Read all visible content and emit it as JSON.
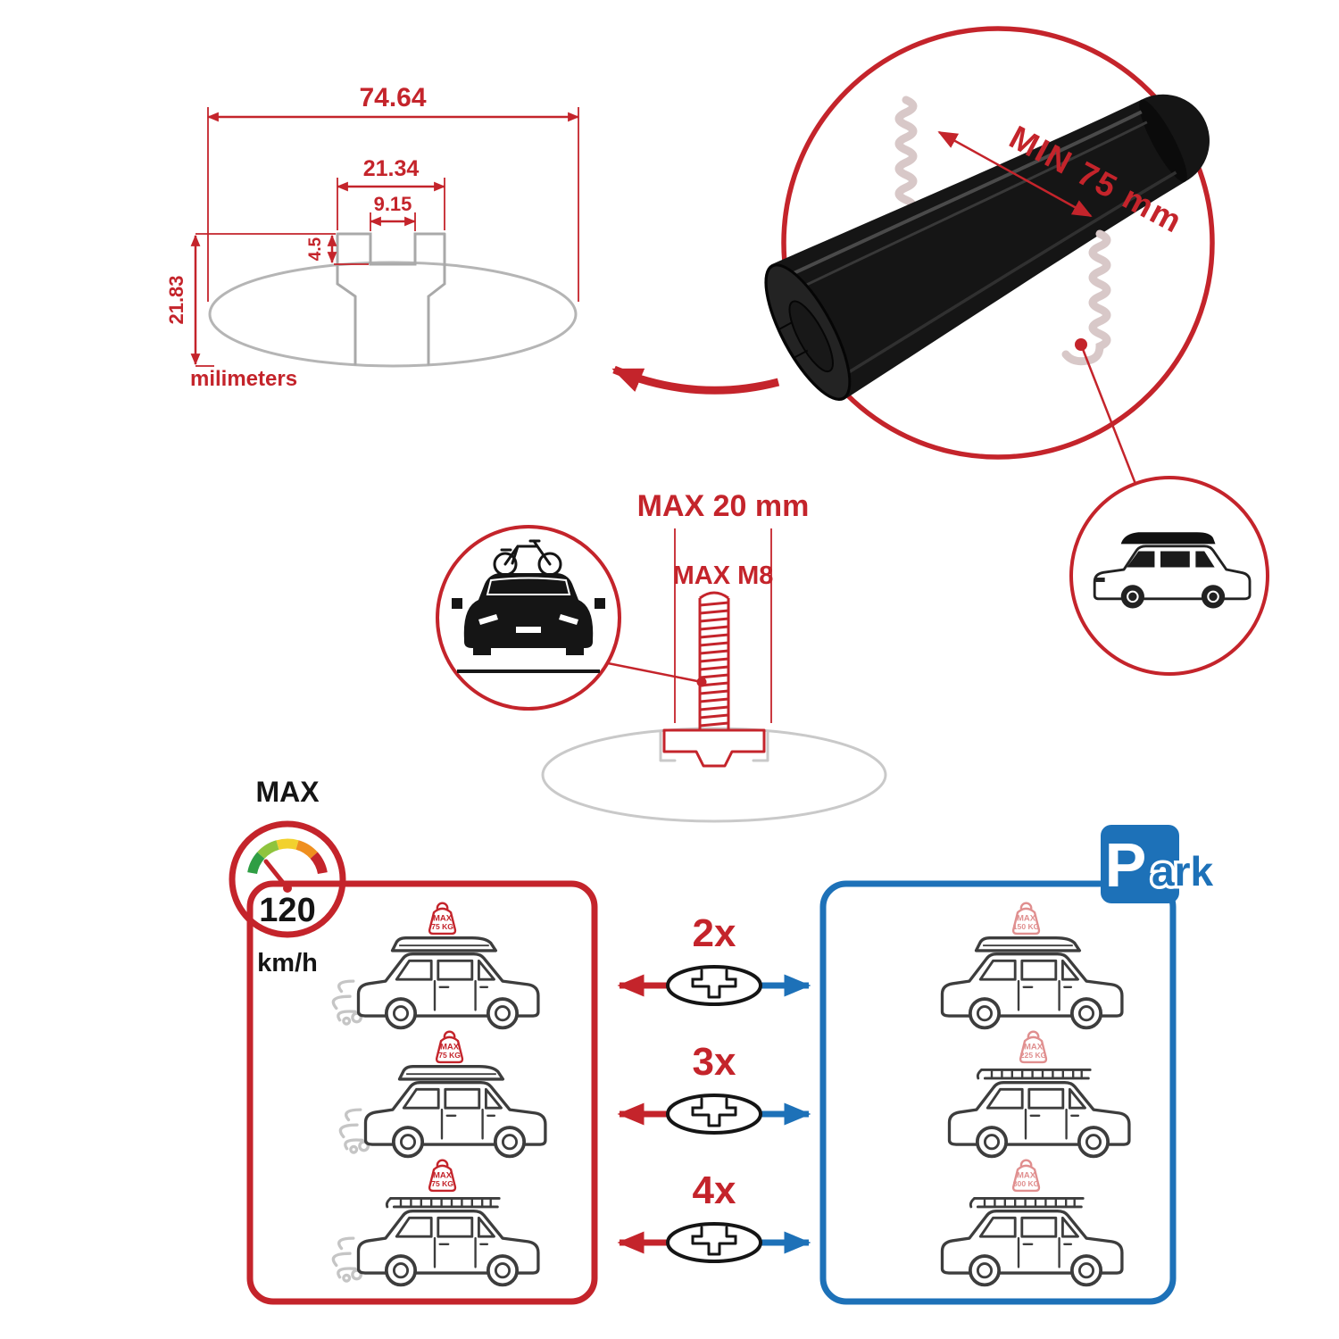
{
  "colors": {
    "red": "#c4242b",
    "blue": "#1d71b8",
    "gray": "#a9a9a9",
    "pink": "#e08f8f",
    "black": "#151515"
  },
  "dimensions": {
    "total_width": "74.64",
    "slot_outer_width": "21.34",
    "slot_inner_width": "9.15",
    "slot_depth": "4.5",
    "total_height": "21.83",
    "unit": "milimeters"
  },
  "crossbar": {
    "min_span": "MIN 75 mm"
  },
  "bolt": {
    "max_width": "MAX 20 mm",
    "max_thread": "MAX M8"
  },
  "speed": {
    "label": "MAX",
    "value": "120",
    "unit": "km/h"
  },
  "rows": [
    {
      "multiplier": "2x"
    },
    {
      "multiplier": "3x"
    },
    {
      "multiplier": "4x"
    }
  ],
  "driving": {
    "cars": [
      {
        "tag_label": "MAX",
        "tag_value": "75 KG"
      },
      {
        "tag_label": "MAX",
        "tag_value": "75 KG"
      },
      {
        "tag_label": "MAX",
        "tag_value": "75 KG"
      }
    ]
  },
  "parking": {
    "sign_letter": "P",
    "sign_rest": "ark",
    "cars": [
      {
        "tag_label": "MAX",
        "tag_value": "150 KG"
      },
      {
        "tag_label": "MAX",
        "tag_value": "225 KG"
      },
      {
        "tag_label": "MAX",
        "tag_value": "300 KG"
      }
    ]
  }
}
